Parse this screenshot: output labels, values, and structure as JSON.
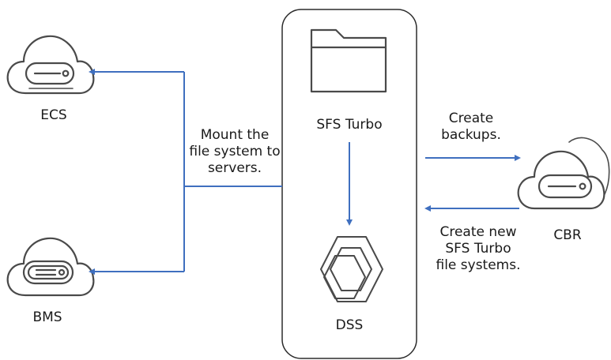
{
  "nodes": {
    "ecs": {
      "label": "ECS",
      "icon": "cloud-server-icon"
    },
    "bms": {
      "label": "BMS",
      "icon": "cloud-server-icon"
    },
    "sfs_turbo": {
      "label": "SFS Turbo",
      "icon": "folder-icon"
    },
    "dss": {
      "label": "DSS",
      "icon": "hexagon-storage-icon"
    },
    "cbr": {
      "label": "CBR",
      "icon": "cloud-server-icon"
    }
  },
  "edges": {
    "mount": {
      "lines": [
        "Mount the",
        "file system to",
        "servers."
      ]
    },
    "create_backups": {
      "lines": [
        "Create",
        "backups."
      ]
    },
    "create_new": {
      "lines": [
        "Create new",
        "SFS Turbo",
        "file systems."
      ]
    }
  },
  "colors": {
    "stroke": "#2b2b2b",
    "icon_stroke": "#4a4a4a",
    "arrow": "#3f6fbf",
    "text": "#1a1a1a"
  }
}
